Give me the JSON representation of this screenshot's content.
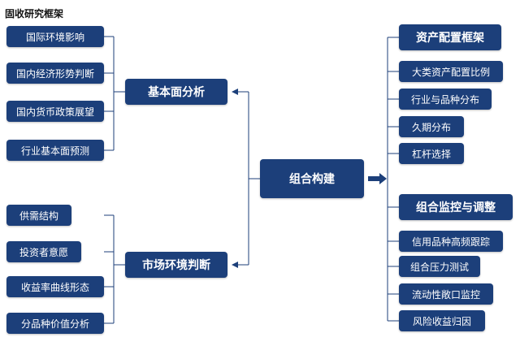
{
  "title": "固收研究框架",
  "colors": {
    "box": "#1c3f7a",
    "line": "#1c3f7a"
  },
  "left": {
    "top_group": {
      "label": "基本面分析",
      "items": [
        "国际环境影响",
        "国内经济形势判断",
        "国内货币政策展望",
        "行业基本面预测"
      ]
    },
    "bottom_group": {
      "label": "市场环境判断",
      "items": [
        "供需结构",
        "投资者意愿",
        "收益率曲线形态",
        "分品种价值分析"
      ]
    }
  },
  "center": {
    "label": "组合构建"
  },
  "right": {
    "top_group": {
      "label": "资产配置框架",
      "items": [
        "大类资产配置比例",
        "行业与品种分布",
        "久期分布",
        "杠杆选择"
      ]
    },
    "bottom_group": {
      "label": "组合监控与调整",
      "items": [
        "信用品种高频跟踪",
        "组合压力测试",
        "流动性敞口监控",
        "风险收益归因"
      ]
    }
  }
}
